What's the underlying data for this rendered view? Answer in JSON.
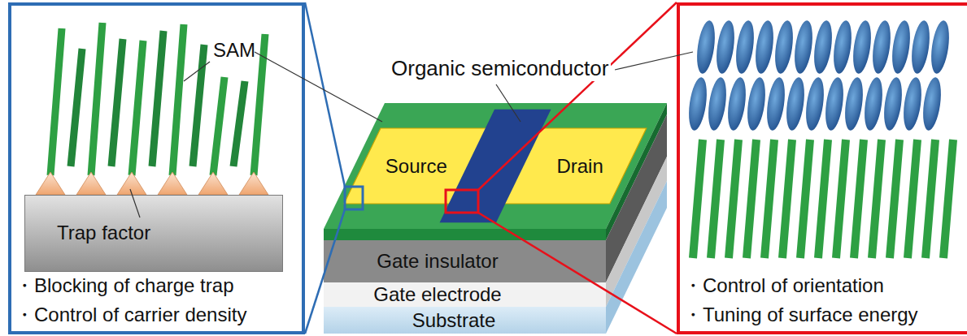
{
  "diagram": {
    "nodes": [
      {
        "text": [
          "・Blocking of charge trap",
          "・Control of carrier density"
        ]
      },
      {
        "text": [
          "Trap factor"
        ],
        "in": 0
      },
      {
        "text": [
          "Source"
        ]
      },
      {
        "text": [
          "Drain"
        ]
      },
      {
        "text": [
          "Gate insulator"
        ]
      },
      {
        "text": [
          "Gate electrode"
        ]
      },
      {
        "text": [
          "Substrate"
        ]
      },
      {
        "text": [
          "・Control of orientation",
          "・Tuning of surface energy"
        ]
      }
    ],
    "labels": [
      "SAM",
      "Organic semiconductor"
    ]
  }
}
